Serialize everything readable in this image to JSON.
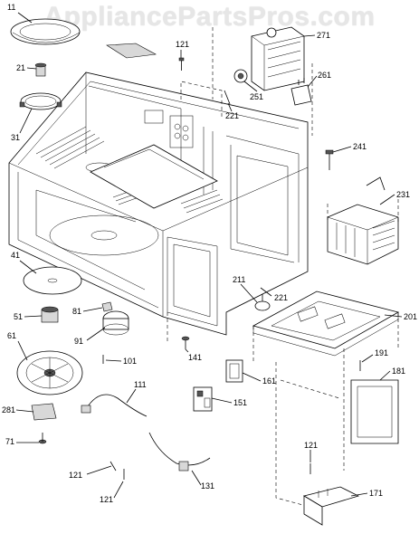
{
  "watermark": "AppliancePartsPros.com",
  "labels": [
    {
      "id": "11",
      "text": "11"
    },
    {
      "id": "21",
      "text": "21"
    },
    {
      "id": "31",
      "text": "31"
    },
    {
      "id": "121a",
      "text": "121"
    },
    {
      "id": "271",
      "text": "271"
    },
    {
      "id": "261",
      "text": "261"
    },
    {
      "id": "251",
      "text": "251"
    },
    {
      "id": "221a",
      "text": "221"
    },
    {
      "id": "241",
      "text": "241"
    },
    {
      "id": "231",
      "text": "231"
    },
    {
      "id": "41",
      "text": "41"
    },
    {
      "id": "211",
      "text": "211"
    },
    {
      "id": "221b",
      "text": "221"
    },
    {
      "id": "201",
      "text": "201"
    },
    {
      "id": "51",
      "text": "51"
    },
    {
      "id": "81",
      "text": "81"
    },
    {
      "id": "61",
      "text": "61"
    },
    {
      "id": "91",
      "text": "91"
    },
    {
      "id": "141",
      "text": "141"
    },
    {
      "id": "101",
      "text": "101"
    },
    {
      "id": "191",
      "text": "191"
    },
    {
      "id": "161",
      "text": "161"
    },
    {
      "id": "181",
      "text": "181"
    },
    {
      "id": "111",
      "text": "111"
    },
    {
      "id": "151",
      "text": "151"
    },
    {
      "id": "281",
      "text": "281"
    },
    {
      "id": "71",
      "text": "71"
    },
    {
      "id": "121b",
      "text": "121"
    },
    {
      "id": "121c",
      "text": "121"
    },
    {
      "id": "131",
      "text": "131"
    },
    {
      "id": "121d",
      "text": "121"
    },
    {
      "id": "171",
      "text": "171"
    }
  ]
}
